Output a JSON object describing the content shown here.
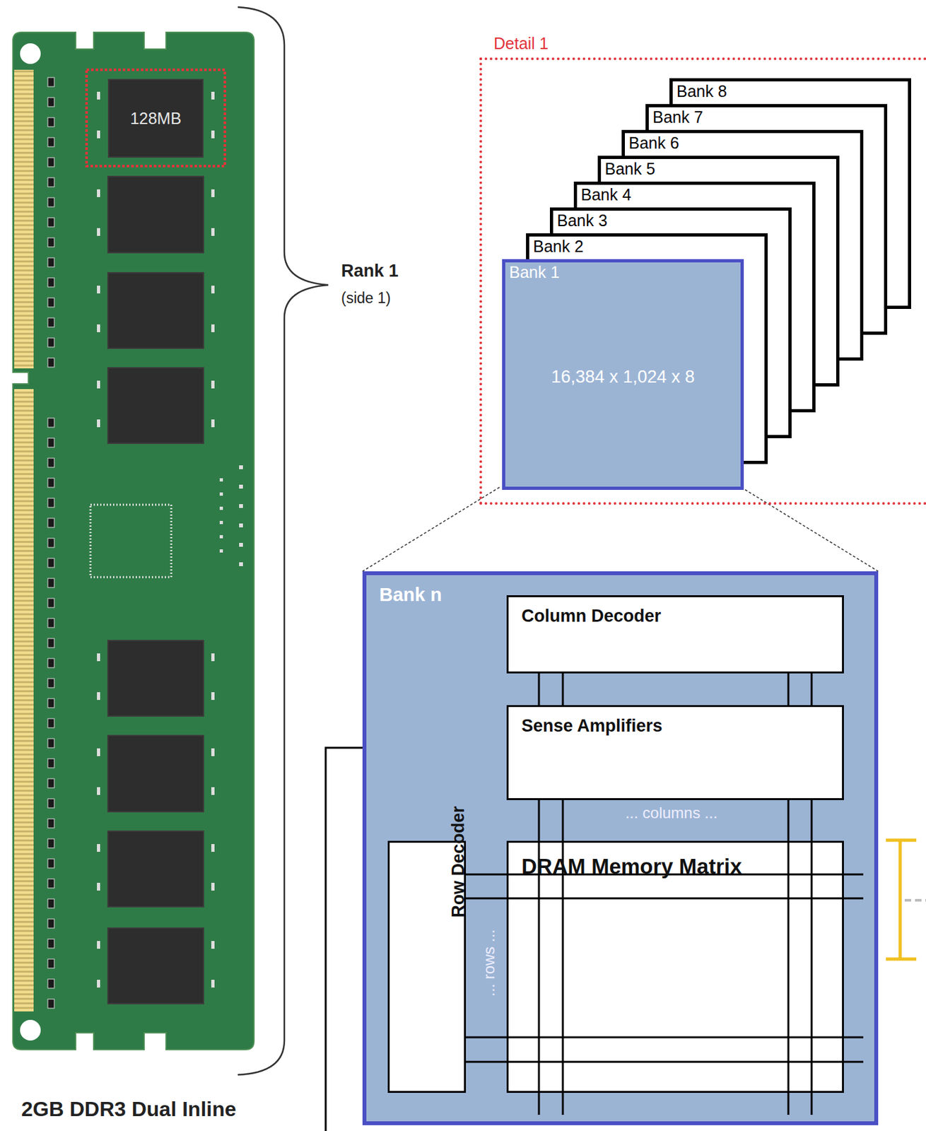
{
  "diagram": {
    "nodes": [
      {
        "text": [
          "128MB"
        ]
      },
      {
        "text": [
          "Detail 1"
        ]
      },
      {
        "text": [
          "Bank 8"
        ],
        "in": 1
      },
      {
        "text": [
          "Bank 7"
        ],
        "in": 1
      },
      {
        "text": [
          "Bank 6"
        ],
        "in": 1
      },
      {
        "text": [
          "Bank 5"
        ],
        "in": 1
      },
      {
        "text": [
          "Bank 4"
        ],
        "in": 1
      },
      {
        "text": [
          "Bank 3"
        ],
        "in": 1
      },
      {
        "text": [
          "Bank 2"
        ],
        "in": 1
      },
      {
        "text": [
          "Bank 1",
          "16,384 x 1,024 x 8"
        ],
        "in": 1
      },
      {
        "text": [
          "Bank n"
        ]
      },
      {
        "text": [
          "Column Decoder"
        ],
        "in": 10
      },
      {
        "text": [
          "Sense Amplifiers"
        ],
        "in": 10
      },
      {
        "text": [
          "Row Decoder"
        ],
        "in": 10
      },
      {
        "text": [
          "DRAM Memory Matrix"
        ],
        "in": 10
      }
    ],
    "edges": [
      {
        "from": 11,
        "to": 12,
        "arrow": "none"
      },
      {
        "from": 12,
        "to": 14,
        "arrow": "none"
      },
      {
        "from": 13,
        "to": 14,
        "arrow": "none"
      }
    ],
    "labels": [
      "Rank 1",
      "(side 1)",
      "... columns ...",
      "... rows ...",
      "2GB DDR3 Dual Inline"
    ]
  }
}
